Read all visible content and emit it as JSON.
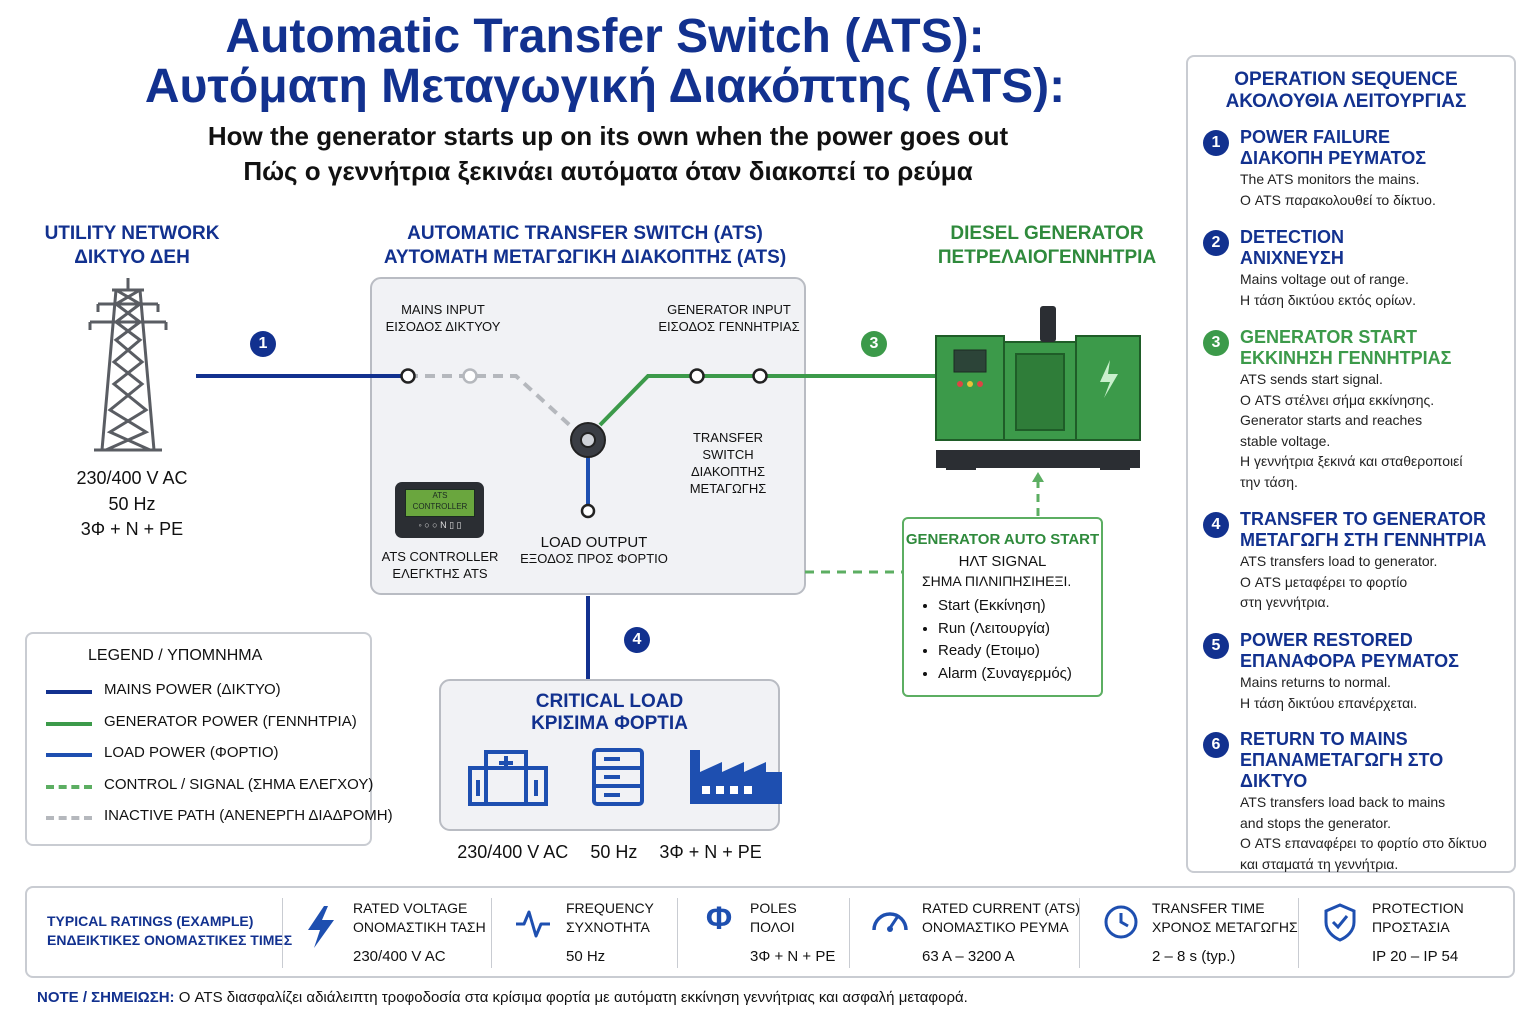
{
  "header": {
    "title_en": "Automatic Transfer Switch (ATS):",
    "title_gr": "Αυτόματη Μεταγωγική Διακόπτης (ATS):",
    "subtitle_en": "How the generator starts up on its own when the power goes out",
    "subtitle_gr": "Πώς ο γεννήτρια ξεκινάει αυτόματα όταν διακοπεί το ρεύμα"
  },
  "utility": {
    "title_en": "UTILITY NETWORK",
    "title_gr": "ΔΙΚΤΥΟ ΔΕΗ",
    "spec_voltage": "230/400 V AC",
    "spec_freq": "50 Hz",
    "spec_poles": "3Φ + N + PE"
  },
  "ats": {
    "title_en": "AUTOMATIC TRANSFER SWITCH (ATS)",
    "title_gr": "ΑΥΤΟΜΑΤΗ ΜΕΤΑΓΩΓΙΚΗ ΔΙΑΚΟΠΤΗΣ (ATS)",
    "mains_input_en": "MAINS INPUT",
    "mains_input_gr": "ΕΙΣΟΔΟΣ ΔΙΚΤΥΟΥ",
    "gen_input_en": "GENERATOR INPUT",
    "gen_input_gr": "ΕΙΣΟΔΟΣ ΓΕΝΝΗΤΡΙΑΣ",
    "switch_en_1": "TRANSFER",
    "switch_en_2": "SWITCH",
    "switch_gr_1": "ΔΙΑΚΟΠΤΗΣ",
    "switch_gr_2": "ΜΕΤΑΓΩΓΗΣ",
    "load_output_en": "LOAD OUTPUT",
    "load_output_gr": "ΕΞΟΔΟΣ ΠΡΟΣ ΦΟΡΤΙΟ",
    "controller_en": "ATS CONTROLLER",
    "controller_gr": "ΕΛΕΓΚΤΗΣ ATS",
    "controller_screen_1": "ATS",
    "controller_screen_2": "CONTROLLER",
    "controller_buttons": "◦ ○ ○ N ▯ ▯"
  },
  "generator": {
    "title_en": "DIESEL GENERATOR",
    "title_gr": "ΠΕΤΡΕΛΑΙΟΓΕΝΝΗΤΡΙΑ"
  },
  "autostart": {
    "title_en": "GENERATOR AUTO START",
    "title_en_2": "ΗΛΤ SIGNAL",
    "title_gr": "ΣΗΜΑ ΠΙΛΝΙΠΗΣΙΗΕΞΙ.",
    "items": [
      "Start (Εκκίνηση)",
      "Run (Λειτουργία)",
      "Ready (Ετοιμο)",
      "Alarm (Συναγερμός)"
    ]
  },
  "load": {
    "title_en": "CRITICAL LOAD",
    "title_gr": "ΚΡΙΣΙΜΑ ΦΟΡΤΙΑ",
    "spec_voltage": "230/400 V AC",
    "spec_freq": "50 Hz",
    "spec_poles": "3Φ + N + PE",
    "icons": [
      "hospital-icon",
      "server-icon",
      "factory-icon"
    ]
  },
  "badges": [
    "1",
    "2",
    "3",
    "4",
    "5",
    "6"
  ],
  "legend": {
    "title": "LEGEND / ΥΠΟΜΝΗΜΑ",
    "items": [
      {
        "label": "MAINS POWER (ΔΙΚΤΥΟ)",
        "color": "#12318f",
        "style": "solid"
      },
      {
        "label": "GENERATOR POWER (ΓΕΝΝΗΤΡΙΑ)",
        "color": "#3c9a4a",
        "style": "solid"
      },
      {
        "label": "LOAD POWER (ΦΟΡΤΙΟ)",
        "color": "#1e4fb0",
        "style": "solid"
      },
      {
        "label": "CONTROL / SIGNAL (ΣΗΜΑ ΕΛΕΓΧΟΥ)",
        "color": "#5cae62",
        "style": "dashed"
      },
      {
        "label": "INACTIVE PATH (ΑΝΕΝΕΡΓΗ ΔΙΑΔΡΟΜΗ)",
        "color": "#b5b8bd",
        "style": "dashed"
      }
    ]
  },
  "sequence": {
    "title_en": "OPERATION SEQUENCE",
    "title_gr": "ΑΚΟΛΟΥΘΙΑ ΛΕΙΤΟΥΡΓΙΑΣ",
    "steps": [
      {
        "num": "1",
        "title_en": "POWER FAILURE",
        "title_gr": "ΔΙΑΚΟΠΗ ΡΕΥΜΑΤΟΣ",
        "color": "#12318f",
        "lines": [
          "The ATS monitors the mains.",
          "Ο ATS παρακολουθεί το δίκτυο."
        ]
      },
      {
        "num": "2",
        "title_en": "DETECTION",
        "title_gr": "ΑΝΙΧΝΕΥΣΗ",
        "color": "#12318f",
        "lines": [
          "Mains voltage out of range.",
          "Η τάση δικτύου εκτός ορίων."
        ]
      },
      {
        "num": "3",
        "title_en": "GENERATOR START",
        "title_gr": "ΕΚΚΙΝΗΣΗ ΓΕΝΝΗΤΡΙΑΣ",
        "color": "#3c9a4a",
        "lines": [
          "ATS sends start signal.",
          "Ο ATS στέλνει σήμα εκκίνησης.",
          "Generator starts and reaches",
          "stable voltage.",
          "Η γεννήτρια ξεκινά και σταθεροποιεί",
          "την τάση."
        ]
      },
      {
        "num": "4",
        "title_en": "TRANSFER TO GENERATOR",
        "title_gr": "ΜΕΤΑΓΩΓΗ ΣΤΗ ΓΕΝΝΗΤΡΙΑ",
        "color": "#12318f",
        "lines": [
          "ATS transfers load to generator.",
          "Ο ATS μεταφέρει το φορτίο",
          "στη γεννήτρια."
        ]
      },
      {
        "num": "5",
        "title_en": "POWER RESTORED",
        "title_gr": "ΕΠΑΝΑΦΟΡΑ ΡΕΥΜΑΤΟΣ",
        "color": "#12318f",
        "lines": [
          "Mains returns to normal.",
          "Η τάση δικτύου επανέρχεται."
        ]
      },
      {
        "num": "6",
        "title_en": "RETURN TO MAINS",
        "title_gr": "ΕΠΑΝΑΜΕΤΑΓΩΓΗ ΣΤΟ ΔΙΚΤΥΟ",
        "color": "#12318f",
        "lines": [
          "ATS transfers load back to mains",
          "and stops the generator.",
          "Ο ATS επαναφέρει το φορτίο στο δίκτυο",
          "και σταματά τη γεννήτρια."
        ]
      }
    ]
  },
  "ratings": {
    "title_en": "TYPICAL RATINGS (EXAMPLE)",
    "title_gr": "ΕΝΔΕΙΚΤΙΚΕΣ ΟΝΟΜΑΣΤΙΚΕΣ ΤΙΜΕΣ",
    "items": [
      {
        "icon": "lightning-icon",
        "label_en": "RATED VOLTAGE",
        "label_gr": "ΟΝΟΜΑΣΤΙΚΗ ΤΑΣΗ",
        "value": "230/400 V AC"
      },
      {
        "icon": "waveform-icon",
        "label_en": "FREQUENCY",
        "label_gr": "ΣΥΧΝΟΤΗΤΑ",
        "value": "50 Hz"
      },
      {
        "icon": "phi-icon",
        "glyph": "Φ",
        "label_en": "POLES",
        "label_gr": "ΠΟΛΟΙ",
        "value": "3Φ + N + PE"
      },
      {
        "icon": "gauge-icon",
        "label_en": "RATED CURRENT (ATS)",
        "label_gr": "ΟΝΟΜΑΣΤΙΚΟ ΡΕΥΜΑ",
        "value": "63 A – 3200 A"
      },
      {
        "icon": "clock-icon",
        "label_en": "TRANSFER TIME",
        "label_gr": "ΧΡΟΝΟΣ ΜΕΤΑΓΩΓΗΣ",
        "value": "2 – 8 s (typ.)"
      },
      {
        "icon": "shield-icon",
        "label_en": "PROTECTION",
        "label_gr": "ΠΡΟΣΤΑΣΙΑ",
        "value": "IP 20 – IP 54"
      }
    ]
  },
  "note": {
    "label": "NOTE / ΣΗΜΕΙΩΣΗ:",
    "text": "Ο ATS διασφαλίζει αδιάλειπτη τροφοδοσία στα κρίσιμα φορτία με αυτόματη εκκίνηση γεννήτριας και ασφαλή μεταφορά."
  },
  "colors": {
    "mains": "#12318f",
    "generator": "#3c9a4a",
    "inactive": "#b5b8bd",
    "signal": "#5cae62"
  }
}
